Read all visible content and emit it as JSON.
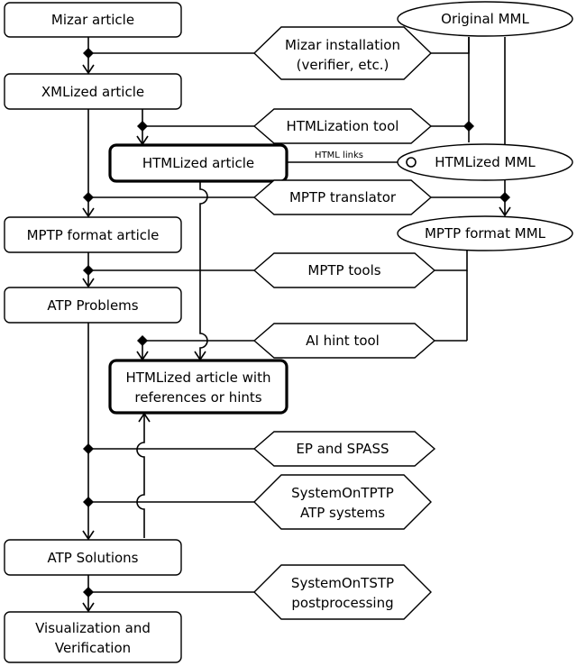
{
  "boxes": {
    "mizar_article": "Mizar article",
    "xmlized_article": "XMLized article",
    "htmlized_article": "HTMLized article",
    "mptp_format_article": "MPTP format article",
    "atp_problems": "ATP Problems",
    "htmlized_refs_line1": "HTMLized article with",
    "htmlized_refs_line2": "references or hints",
    "atp_solutions": "ATP Solutions",
    "visualization_line1": "Visualization and",
    "visualization_line2": "Verification"
  },
  "ovals": {
    "original_mml": "Original MML",
    "htmlized_mml": "HTMLized MML",
    "mptp_format_mml": "MPTP format MML"
  },
  "tools": {
    "mizar_installation_line1": "Mizar installation",
    "mizar_installation_line2": "(verifier, etc.)",
    "htmlization_tool": "HTMLization tool",
    "mptp_translator": "MPTP translator",
    "mptp_tools": "MPTP tools",
    "ai_hint_tool": "AI hint tool",
    "ep_spass": "EP and SPASS",
    "systemontptp_line1": "SystemOnTPTP",
    "systemontptp_line2": "ATP systems",
    "systemontstp_line1": "SystemOnTSTP",
    "systemontstp_line2": "postprocessing"
  },
  "labels": {
    "html_links": "HTML links"
  }
}
